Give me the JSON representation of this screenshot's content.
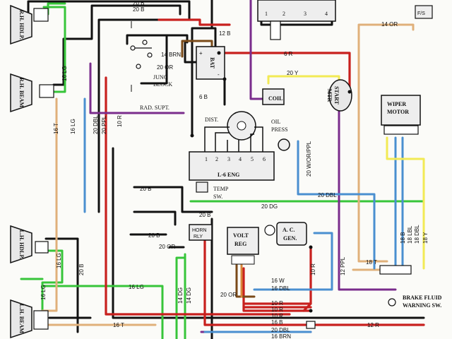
{
  "components": {
    "headlamp_1": "R.H. HDLP.",
    "headlamp_2": "R.H. BEAM",
    "headlamp_3": "L.H. HDLP.",
    "headlamp_4": "L.H. BEAM",
    "junction_block_1": "JUNC",
    "junction_block_2": "BLOCK",
    "battery": "BAT",
    "battery_plus": "+",
    "battery_minus": "-",
    "radiator_support": "RAD. SUPT.",
    "coil": "COIL",
    "starter_motor_1": "START",
    "starter_motor_2": "MTR",
    "distributor": "DIST.",
    "oil_press_1": "OIL",
    "oil_press_2": "PRESS",
    "engine": "L-6 ENG",
    "temp_sw_1": "TEMP",
    "temp_sw_2": "SW.",
    "wiper_motor_1": "WIPER",
    "wiper_motor_2": "MOTOR",
    "horn_relay_1": "HORN",
    "horn_relay_2": "RLY",
    "volt_reg_1": "VOLT",
    "volt_reg_2": "REG",
    "ac_gen_1": "A. C.",
    "ac_gen_2": "GEN.",
    "brake_warn_1": "BRAKE FLUID",
    "brake_warn_2": "WARNING SW.",
    "fuse_block": "F/S"
  },
  "engine_terminals": [
    "1",
    "2",
    "3",
    "4",
    "5",
    "6"
  ],
  "top_terminals": [
    "1",
    "2",
    "3",
    "4"
  ],
  "wires": {
    "w_20b_top1": "20 B",
    "w_20b_top2": "20 B",
    "w_12b": "12 B",
    "w_14brn": "14 BRN",
    "w_20or_junc": "20 OR",
    "w_6r": "6 R",
    "w_6b": "6 B",
    "w_14or": "14 OR",
    "w_20y": "20 Y",
    "w_16lg_a": "16 LG",
    "w_16t": "16 T",
    "w_16lg_b": "16 LG",
    "w_20dbl_v": "20 DBL",
    "w_20ppl_v": "20 PPL",
    "w_10r_v": "10 R",
    "w_20wor": "20 W/OR/PPL",
    "w_20dbl_h": "20 DBL",
    "w_20dg": "20 DG",
    "w_20b_mid": "20 B",
    "w_20b_mid2": "20 B",
    "w_20or_mid": "20 OR",
    "w_16lg_l1": "16 LG",
    "w_20b_l": "20 B",
    "w_16lg_l2": "16 LG",
    "w_16lg_bot": "16 LG",
    "w_16t_bot": "16 T",
    "w_14dg": "14 DG",
    "w_14dg2": "14 DG",
    "w_20b_v": "20 B",
    "w_16w": "16 W",
    "w_16dbl": "16 DBL",
    "w_20or_reg": "20 OR",
    "w_10r_gen": "10 R",
    "w_12ppl": "12 PPL",
    "w_10r_b1": "10 R",
    "w_10r_b2": "10 R",
    "w_10r_b3": "10 R",
    "w_16b": "16 B",
    "w_20dbl_b": "20 DBL",
    "w_16brn": "16 BRN",
    "w_12r": "12 R",
    "w_18t": "18 T",
    "w_18b": "18 B",
    "w_18lbl": "18 LBL",
    "w_18dbl": "18 DBL",
    "w_18y": "18 Y"
  },
  "colors": {
    "red": "#c8201e",
    "green": "#37c53a",
    "black": "#111111",
    "brown": "#7a4a18",
    "purple": "#7a2c8c",
    "blue": "#4a8fd0",
    "yellow": "#f2ea55",
    "tan": "#e0a86a",
    "orange": "#d9873a"
  }
}
